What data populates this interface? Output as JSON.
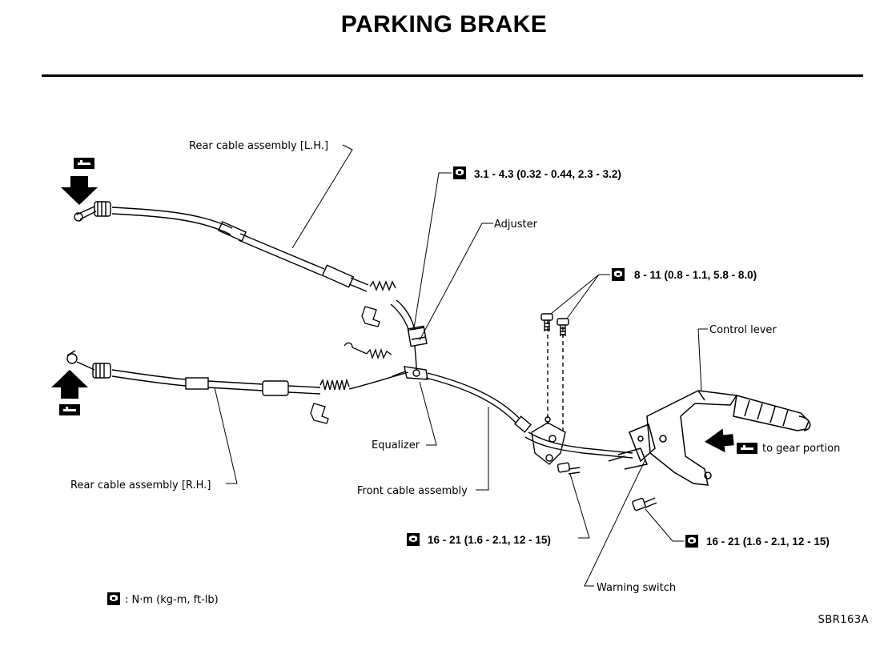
{
  "title": "PARKING BRAKE",
  "labels": {
    "rear_cable_lh": "Rear cable assembly [L.H.]",
    "rear_cable_rh": "Rear cable assembly [R.H.]",
    "adjuster": "Adjuster",
    "control_lever": "Control lever",
    "equalizer": "Equalizer",
    "front_cable": "Front cable assembly",
    "warning_switch": "Warning switch",
    "to_gear_portion": "to gear portion"
  },
  "torque_specs": {
    "adjuster_nut": "3.1 - 4.3 (0.32 - 0.44, 2.3 - 3.2)",
    "lever_bracket_bolts": "8 - 11 (0.8 - 1.1, 5.8 - 8.0)",
    "front_bracket_bolt": "16 - 21 (1.6 - 2.1, 12 - 15)",
    "lever_mount_bolt": "16 - 21 (1.6 - 2.1, 12 - 15)"
  },
  "legend": {
    "torque_unit": ": N·m (kg-m, ft-lb)"
  },
  "figure_code": "SBR163A",
  "icons": {
    "torque": "torque-wrench-icon",
    "grease": "grease-point-icon",
    "direction": "arrow-icon"
  }
}
